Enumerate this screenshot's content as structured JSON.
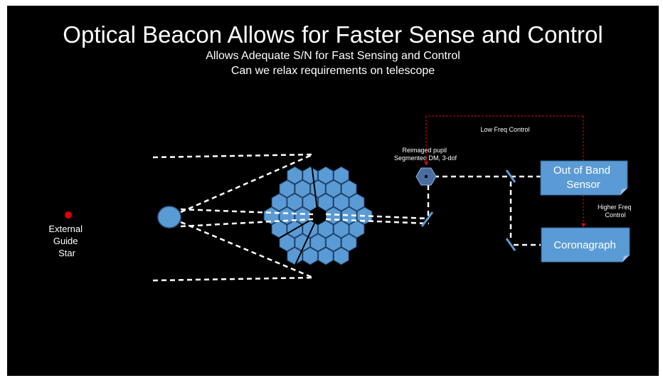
{
  "slide": {
    "title": "Optical Beacon Allows for Faster Sense and Control",
    "subtitle_lines": [
      "Allows Adequate S/N for Fast Sensing and Control",
      "Can we relax requirements on telescope"
    ]
  },
  "diagram": {
    "guide_star_label": [
      "External",
      "Guide",
      "Star"
    ],
    "dm_label": [
      "Reimaged pupil",
      "Segmented DM, 3-dof"
    ],
    "low_freq_label": "Low Freq Control",
    "higher_freq_label": [
      "Higher Freq",
      "Control"
    ],
    "sensor_label": [
      "Out of Band",
      "Sensor"
    ],
    "coronagraph_label": "Coronagraph"
  },
  "colors": {
    "background": "#000000",
    "text": "#ffffff",
    "segment_fill": "#5b9bd5",
    "segment_stroke": "#2f5f8f",
    "guide_star": "#e00000",
    "control_loop": "#e00000",
    "beam": "#ffffff"
  }
}
